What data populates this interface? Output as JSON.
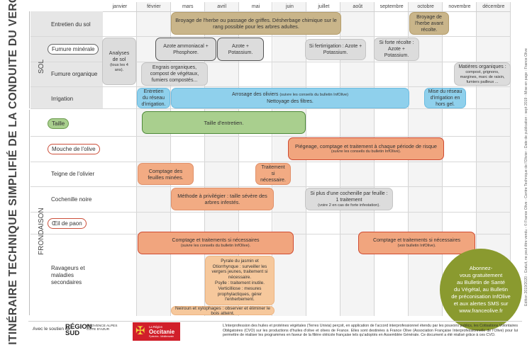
{
  "title": "Itinéraire technique simplifié de la conduite du verger",
  "sections": {
    "sol": "SOL",
    "frondaison": "FRONDAISON"
  },
  "months": [
    "janvier",
    "février",
    "mars",
    "avril",
    "mai",
    "juin",
    "juillet",
    "août",
    "septembre",
    "octobre",
    "novembre",
    "décembre"
  ],
  "rows": {
    "entretien_sol": "Entretien du sol",
    "fumure_minerale": "Fumure minérale",
    "fumure_organique": "Fumure organique",
    "irrigation": "Irrigation",
    "taille": "Taille",
    "mouche": "Mouche de l'olive",
    "teigne": "Teigne de l'olivier",
    "cochenille": "Cochenille noire",
    "oeil_paon": "Œil de paon",
    "ravageurs": "Ravageurs et maladies secondaires"
  },
  "bars": {
    "broyage": "Broyage de l'herbe ou passage de griffes. Désherbage chimique sur le rang possible pour les arbres adultes.",
    "broyage_avant": "Broyage de l'herbe avant récolte.",
    "analyses_sol": "Analyses de sol",
    "analyses_sol_small": "(tous les 4 ans).",
    "azote_phosphore": "Azote ammoniacal + Phosphore.",
    "azote_potassium": "Azote + Potassium.",
    "fertirrigation": "Si fertirrigation : Azote + Potassium.",
    "forte_recolte": "Si forte récolte : Azote + Potassium.",
    "engrais_organiques": "Engrais organiques, compost de végétaux, fumiers compostés...",
    "matieres_organiques": "Matières organiques :",
    "matieres_organiques_small": "compost, grignons, margines, marc de raisin, fumiers pailleux ...",
    "entretien_reseau": "Entretien du réseau d'irrigation.",
    "arrosage": "Arrosage des oliviers",
    "arrosage_small": "(suivre les conseils du bulletin InfOlive)",
    "nettoyage": "Nettoyage des filtres.",
    "mise_hors_gel": "Mise du réseau d'irrigation en hors gel.",
    "taille_entretien": "Taille d'entretien.",
    "piegeage": "Piégeage, comptage et traitement à chaque période de risque",
    "piegeage_small": "(suivre les conseils du bulletin InfOlive).",
    "comptage_feuilles": "Comptage des feuilles minées.",
    "traitement_necessaire": "Traitement si nécessaire.",
    "methode_privilegier": "Méthode à privilégier : taille sévère des arbres infestés.",
    "cochenille_par_feuille": "Si plus d'une cochenille par feuille : 1 traitement",
    "cochenille_small": "(voire 2 en cas de forte infestation).",
    "comptage_traitements": "Comptage et traitements si nécessaires",
    "comptage_traitements_small": "(suivre les conseils du bulletin InfOlive).",
    "comptage_traitements_b": "Comptage et traitements si nécessaires",
    "comptage_traitements_b_small": "(voir bulletin InfOlive).",
    "pyrale": "Pyrale du jasmin et Otiorrhynque : surveiller les vergers jeunes, traitement si nécessaire.",
    "psylle": "Psylle : traitement inutile.",
    "verticilliose": "Verticilliose : mesures prophylactiques, gérer l'enherbement.",
    "neiroun": "Neiroun et xylophages : observer et éliminer le bois atteint."
  },
  "promo": [
    "Abonnez-",
    "vous gratuitement",
    "au Bulletin de Santé",
    "du Végétal, au Bulletin",
    "de préconisation InfOlive",
    "et aux alertes SMS sur",
    "www.franceolive.fr"
  ],
  "footer": {
    "soutien": "Avec le soutien de :",
    "region_sud": "RÉGION SUD",
    "region_sud_sub": "PROVENCE ALPES CÔTE D'AZUR",
    "occitanie_t1": "La Région",
    "occitanie_t2": "Occitanie",
    "occitanie_t3": "Pyrénées - Méditerranée",
    "disclaimer": "L'interprofession des huiles et protéines végétales (Terres Univia) perçoit, en application de l'accord interprofessionnel étendu par les pouvoirs publics, les Cotisations Volontaires Obligatoires (CVO) sur les productions d'huiles d'olive et olives de France. Elles sont destinées à France Olive (Association Française Interprofessionnelle de l'Olive) pour lui permettre de réaliser les programmes en faveur de la filière oléicole française tels qu'adoptés en Assemblée Générale. Ce document a été réalisé grâce à ces CVO."
  },
  "edition": "Edition 2019/2020 - Gratuit, ne peut être vendu - © France Olive - Centre Technique de l'Olivier - Date de publication : sept 2019 - Mise en page : France Olive",
  "colors": {
    "tan": "#c9b58a",
    "gray": "#dcdcdc",
    "blue": "#8fd0ec",
    "green": "#a9cf8e",
    "red": "#cf4a31",
    "orange": "#f2ab83",
    "peach": "#f6c89c",
    "promo": "#8a9a2f",
    "occitanie": "#d11f2a"
  }
}
